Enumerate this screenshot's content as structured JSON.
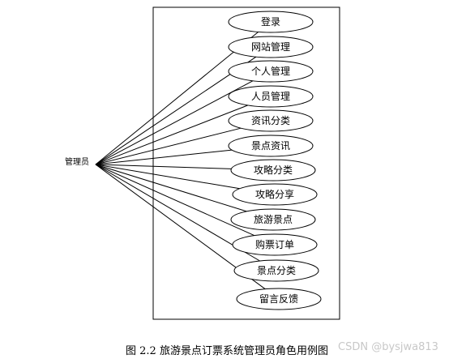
{
  "actor": {
    "label": "管理员"
  },
  "use_cases": [
    "登录",
    "网站管理",
    "个人管理",
    "人员管理",
    "资讯分类",
    "景点资讯",
    "攻略分类",
    "攻略分享",
    "旅游景点",
    "购票订单",
    "景点分类",
    "留言反馈"
  ],
  "caption": "图 2.2 旅游景点订票系统管理员角色用例图",
  "watermark": "CSDN @bysjwa813"
}
